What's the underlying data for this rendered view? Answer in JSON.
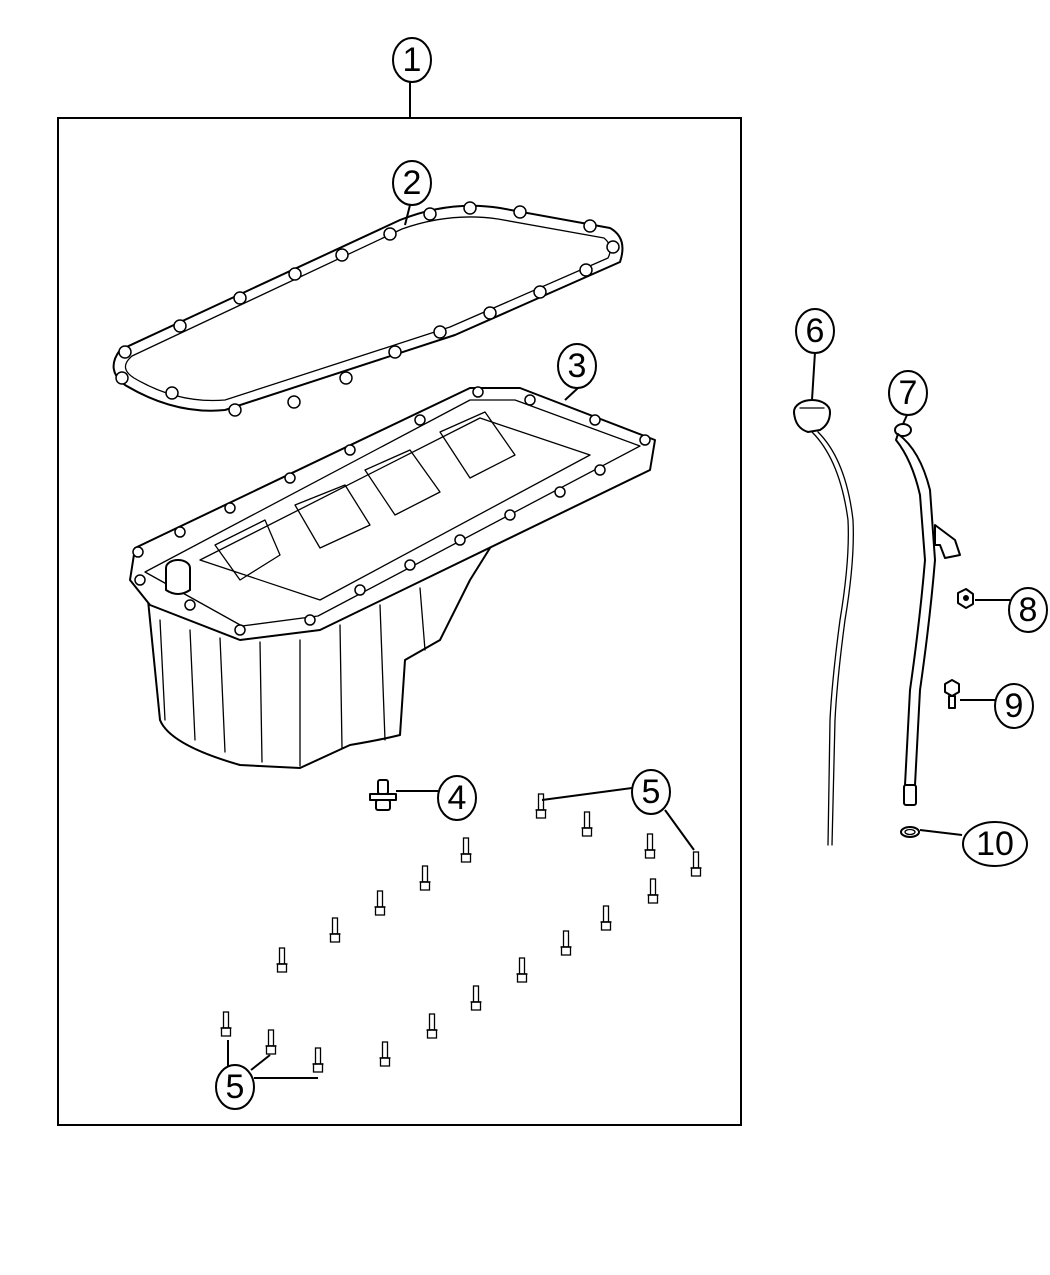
{
  "callouts": [
    {
      "id": "c1",
      "label": "1"
    },
    {
      "id": "c2",
      "label": "2"
    },
    {
      "id": "c3",
      "label": "3"
    },
    {
      "id": "c4",
      "label": "4"
    },
    {
      "id": "c5a",
      "label": "5"
    },
    {
      "id": "c5b",
      "label": "5"
    },
    {
      "id": "c6",
      "label": "6"
    },
    {
      "id": "c7",
      "label": "7"
    },
    {
      "id": "c8",
      "label": "8"
    },
    {
      "id": "c9",
      "label": "9"
    },
    {
      "id": "c10",
      "label": "10"
    }
  ]
}
